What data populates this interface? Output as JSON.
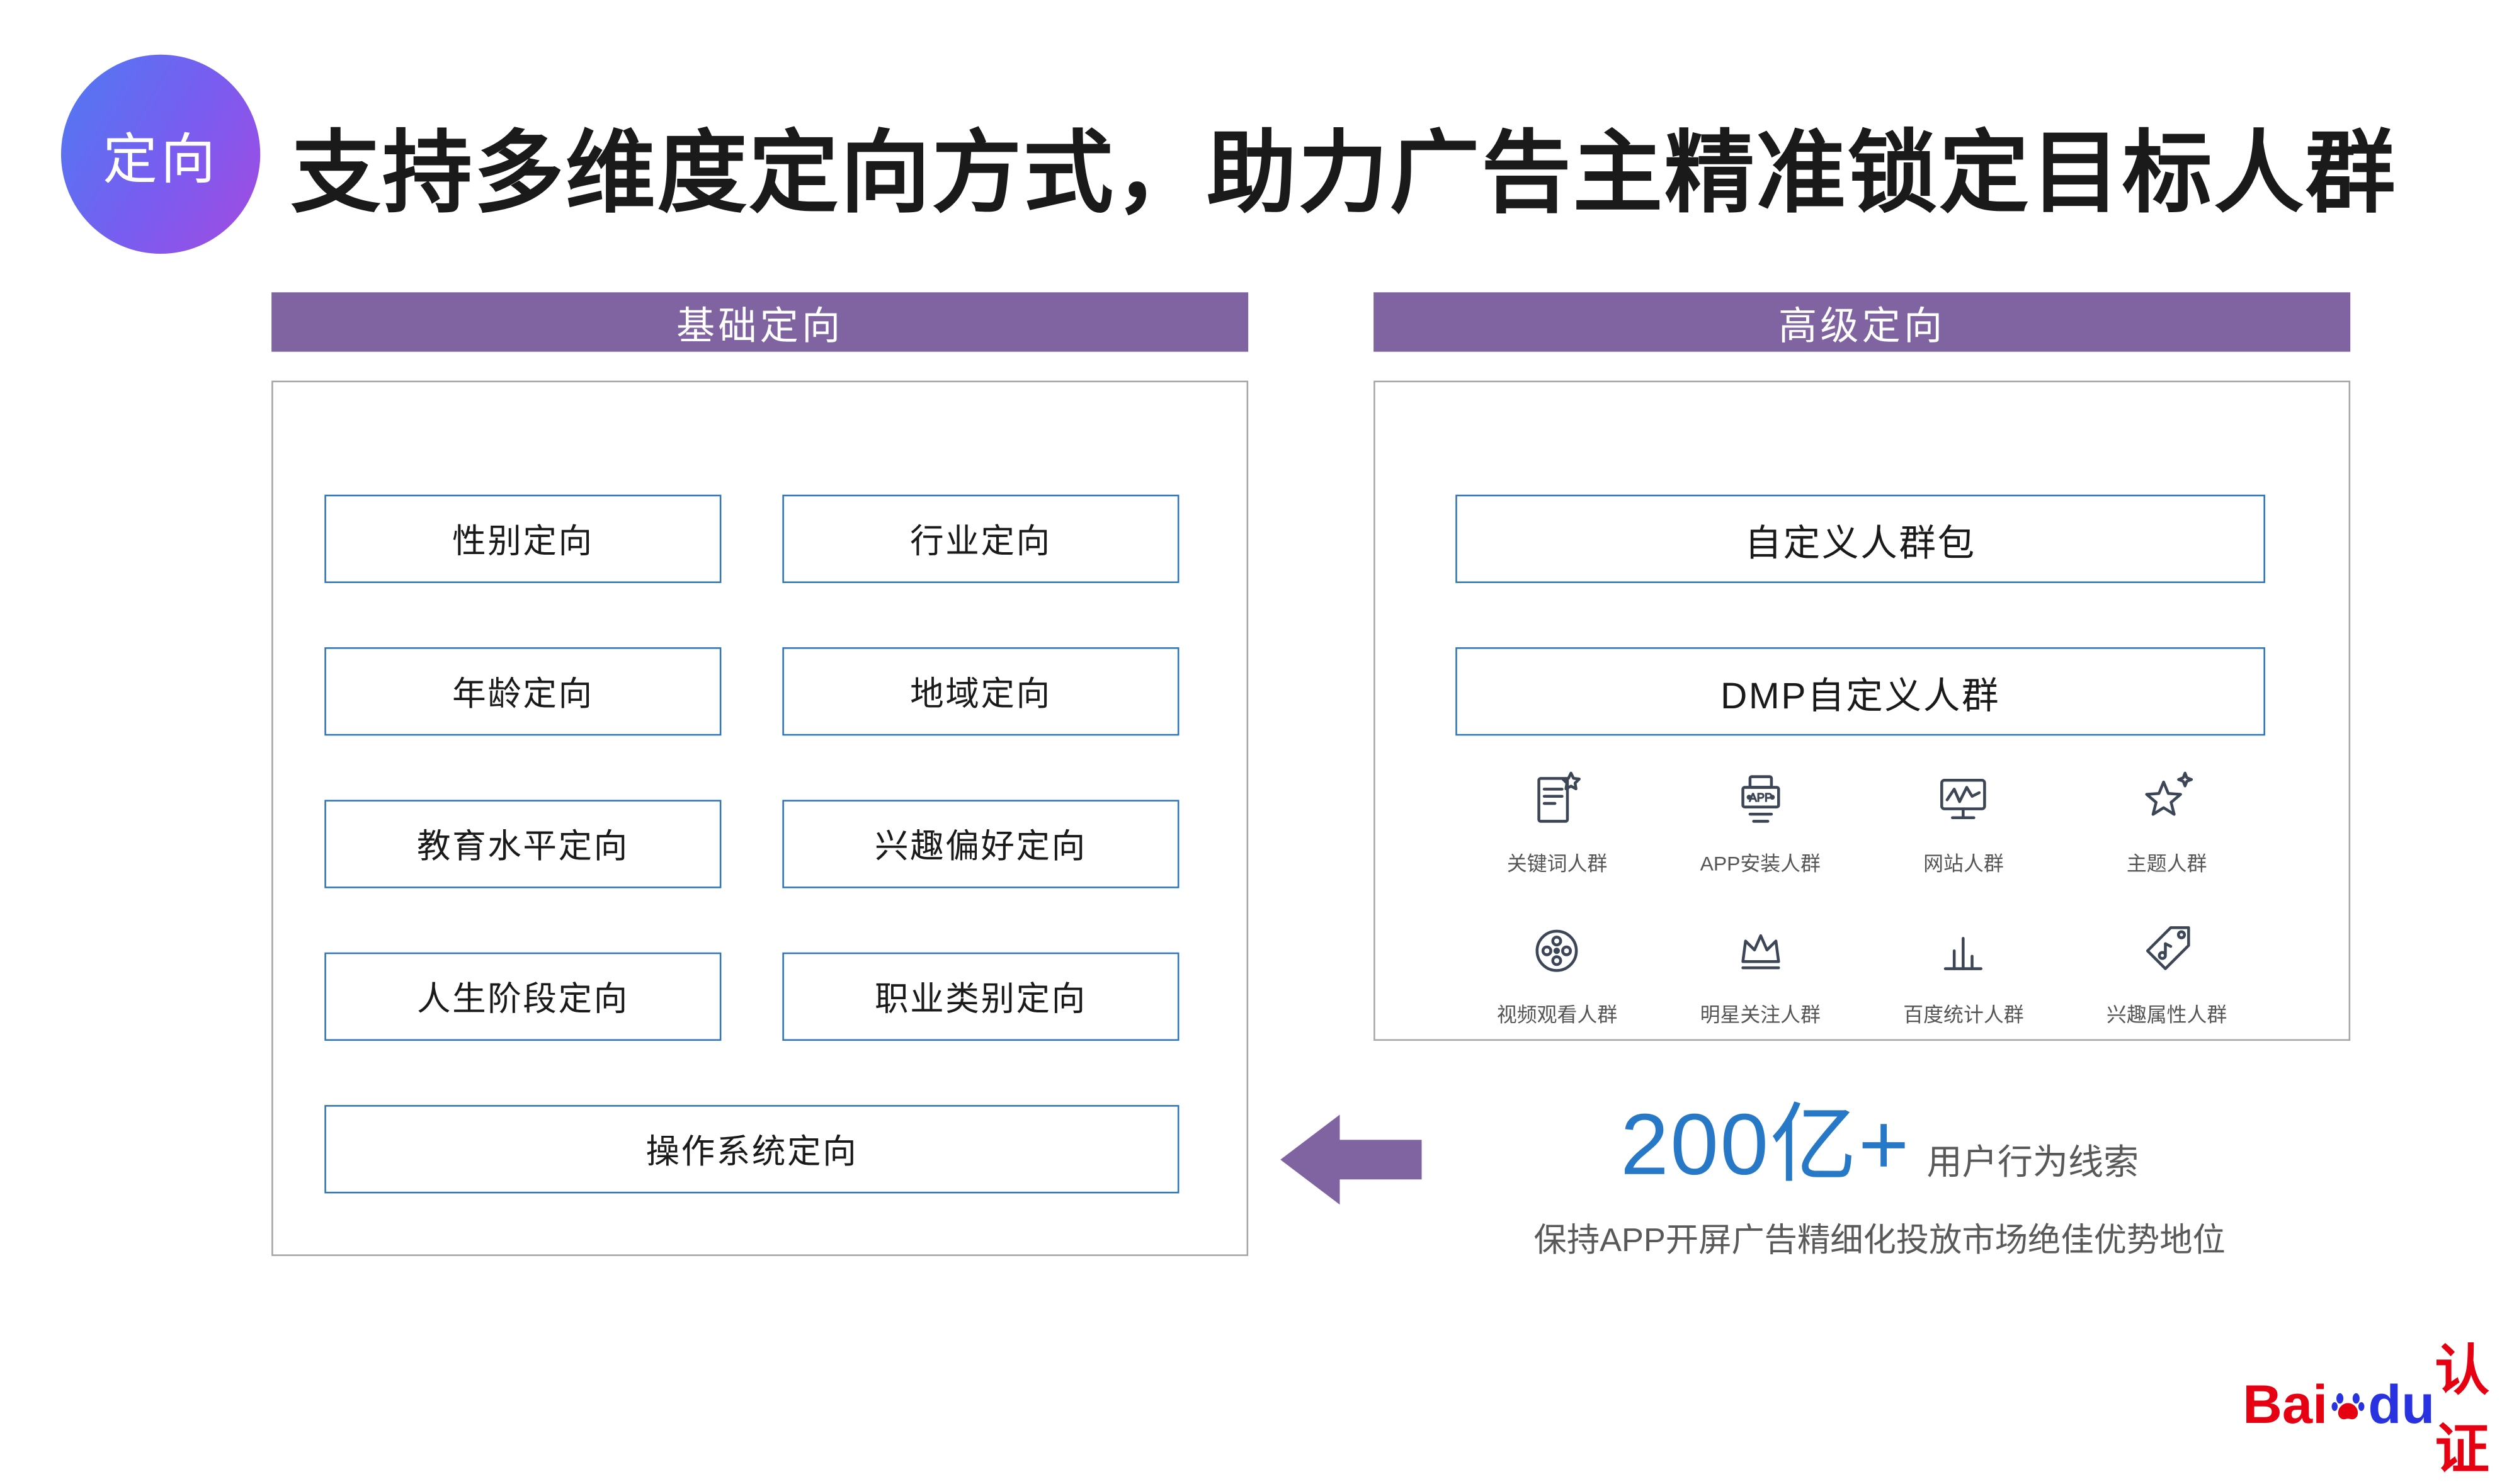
{
  "badge": {
    "label": "定向"
  },
  "title": "支持多维度定向方式，助力广告主精准锁定目标人群",
  "basic": {
    "header": "基础定向",
    "items": [
      "性别定向",
      "行业定向",
      "年龄定向",
      "地域定向",
      "教育水平定向",
      "兴趣偏好定向",
      "人生阶段定向",
      "职业类别定向"
    ],
    "full_item": "操作系统定向"
  },
  "advanced": {
    "header": "高级定向",
    "wide_items": [
      "自定义人群包",
      "DMP自定义人群"
    ],
    "app_icon_text": "APP",
    "icon_items": [
      {
        "icon": "keyword-doc-icon",
        "label": "关键词人群"
      },
      {
        "icon": "app-install-icon",
        "label": "APP安装人群"
      },
      {
        "icon": "website-monitor-icon",
        "label": "网站人群"
      },
      {
        "icon": "topic-star-icon",
        "label": "主题人群"
      },
      {
        "icon": "video-reel-icon",
        "label": "视频观看人群"
      },
      {
        "icon": "star-crown-icon",
        "label": "明星关注人群"
      },
      {
        "icon": "stats-chart-icon",
        "label": "百度统计人群"
      },
      {
        "icon": "interest-tag-icon",
        "label": "兴趣属性人群"
      }
    ]
  },
  "callout": {
    "number": "200亿+",
    "suffix": "用户行为线索",
    "description": "保持APP开屏广告精细化投放市场绝佳优势地位"
  },
  "logo": {
    "bai": "Bai",
    "du": "du",
    "suffix": "认证"
  },
  "colors": {
    "purple": "#8064a2",
    "chip_border_blue": "#2e75b6",
    "callout_blue": "#2878c8",
    "logo_red": "#e60012",
    "logo_blue": "#2932e1"
  }
}
